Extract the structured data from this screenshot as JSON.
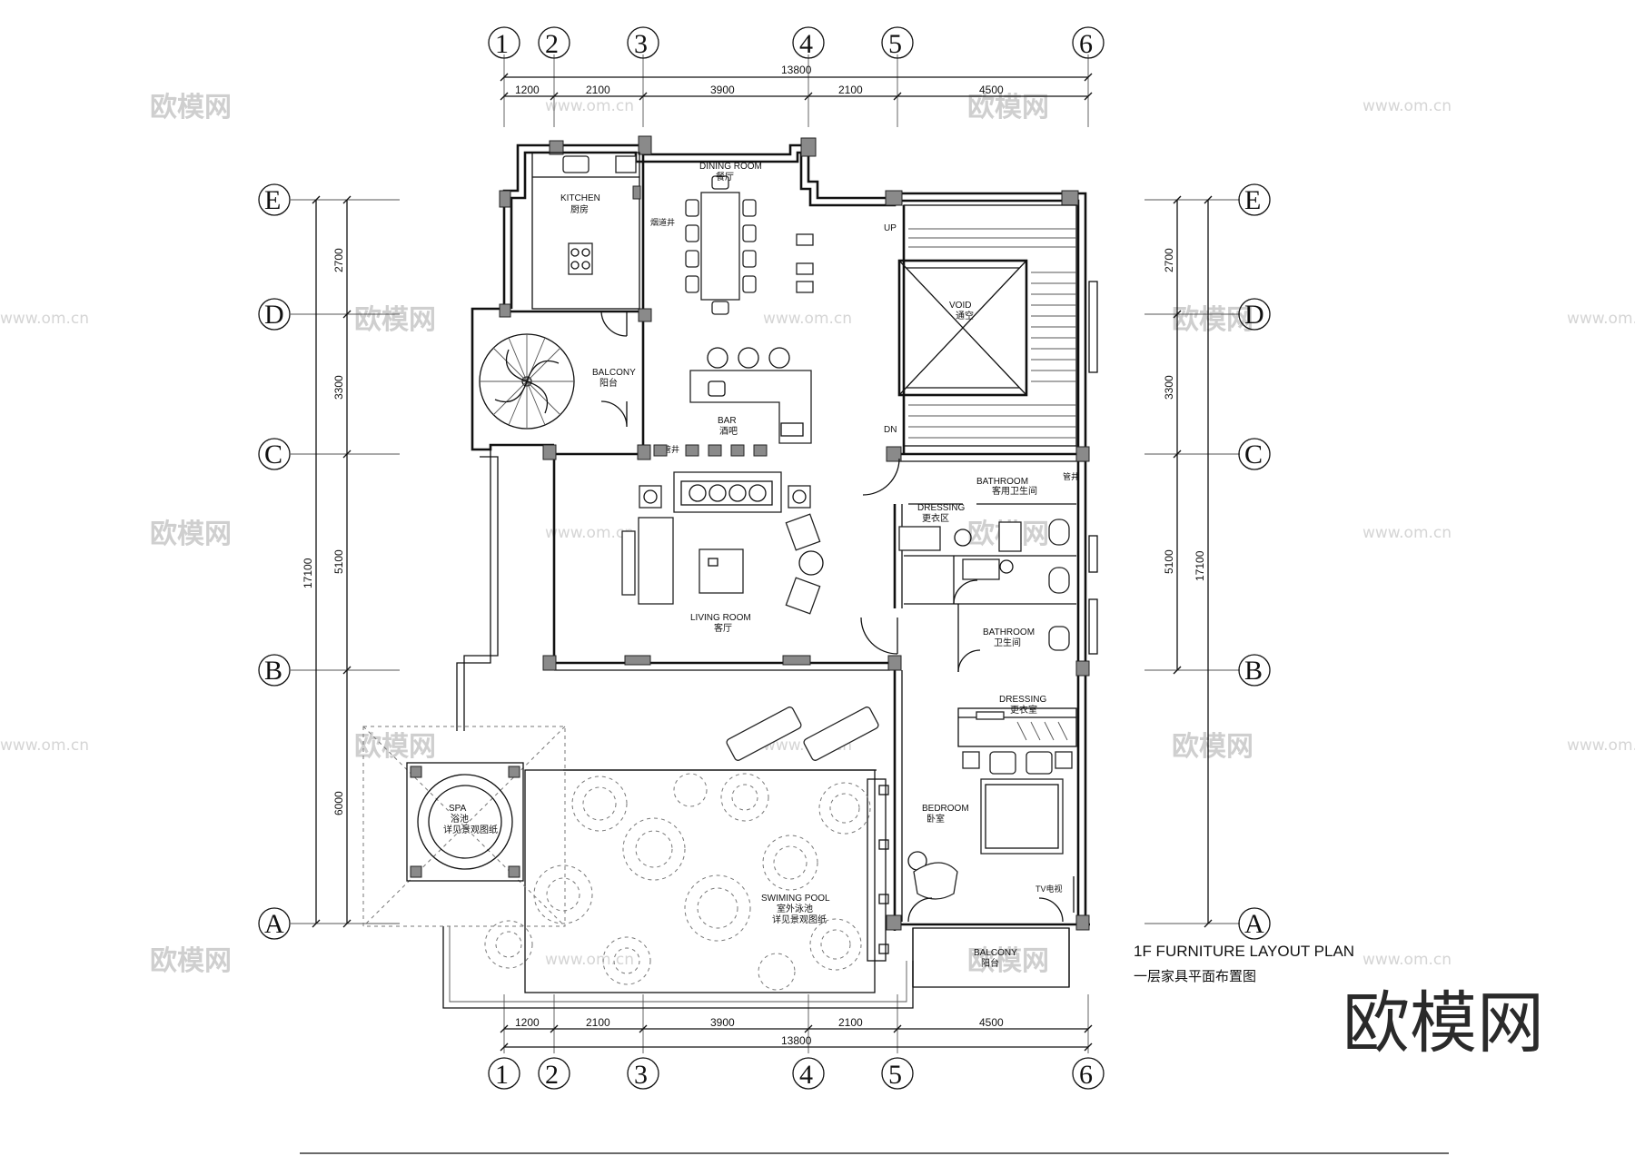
{
  "drawing": {
    "title": "1F FURNITURE LAYOUT PLAN",
    "subtitle": "一层家具平面布置图"
  },
  "grid_columns": [
    "1",
    "2",
    "3",
    "4",
    "5",
    "6"
  ],
  "grid_rows": [
    "E",
    "D",
    "C",
    "B",
    "A"
  ],
  "dimensions": {
    "column_spacings": [
      "1200",
      "2100",
      "3900",
      "2100",
      "4500"
    ],
    "column_total": "13800",
    "row_spacings": [
      "2700",
      "3300",
      "5100",
      "6000"
    ],
    "row_total": "17100"
  },
  "rooms": {
    "kitchen": {
      "en": "KITCHEN",
      "zh": "厨房"
    },
    "dining": {
      "en": "DINING ROOM",
      "zh": "餐厅"
    },
    "balcony_west": {
      "en": "BALCONY",
      "zh": "阳台"
    },
    "bar": {
      "en": "BAR",
      "zh": "酒吧"
    },
    "void": {
      "en": "VOID",
      "zh": "通空"
    },
    "bathroom_public": {
      "en": "BATHROOM",
      "zh": "客用卫生间"
    },
    "dressing_area": {
      "en": "DRESSING",
      "zh": "更衣区"
    },
    "living": {
      "en": "LIVING ROOM",
      "zh": "客厅"
    },
    "bathroom": {
      "en": "BATHROOM",
      "zh": "卫生间"
    },
    "dressing_room": {
      "en": "DRESSING",
      "zh": "更衣室"
    },
    "bedroom": {
      "en": "BEDROOM",
      "zh": "卧室"
    },
    "spa": {
      "en": "SPA",
      "zh": "浴池",
      "note": "详见景观图纸"
    },
    "pool": {
      "en": "SWIMING POOL",
      "zh": "室外泳池",
      "note": "详见景观图纸"
    },
    "balcony_south": {
      "en": "BALCONY",
      "zh": "阳台"
    }
  },
  "labels": {
    "up": "UP",
    "dn": "DN",
    "tv": "TV电视",
    "shaft_kitchen": "烟道井",
    "shaft_bar": "管井",
    "shaft_bath": "管井"
  },
  "watermark": {
    "text": "欧模网",
    "url": "www.om.cn",
    "logo": "欧模网"
  }
}
